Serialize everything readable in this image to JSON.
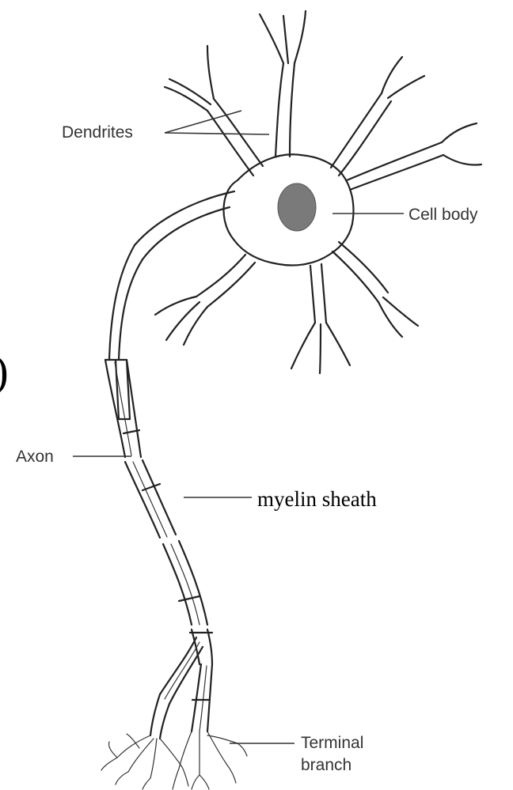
{
  "labels": {
    "dendrites": "Dendrites",
    "cell_body": "Cell body",
    "axon": "Axon",
    "myelin_sheath": "myelin sheath",
    "terminal_line1": "Terminal",
    "terminal_line2": "branch"
  },
  "edge_glyph": ")",
  "colors": {
    "nucleus": "#7a7a7a",
    "line": "#222222"
  }
}
